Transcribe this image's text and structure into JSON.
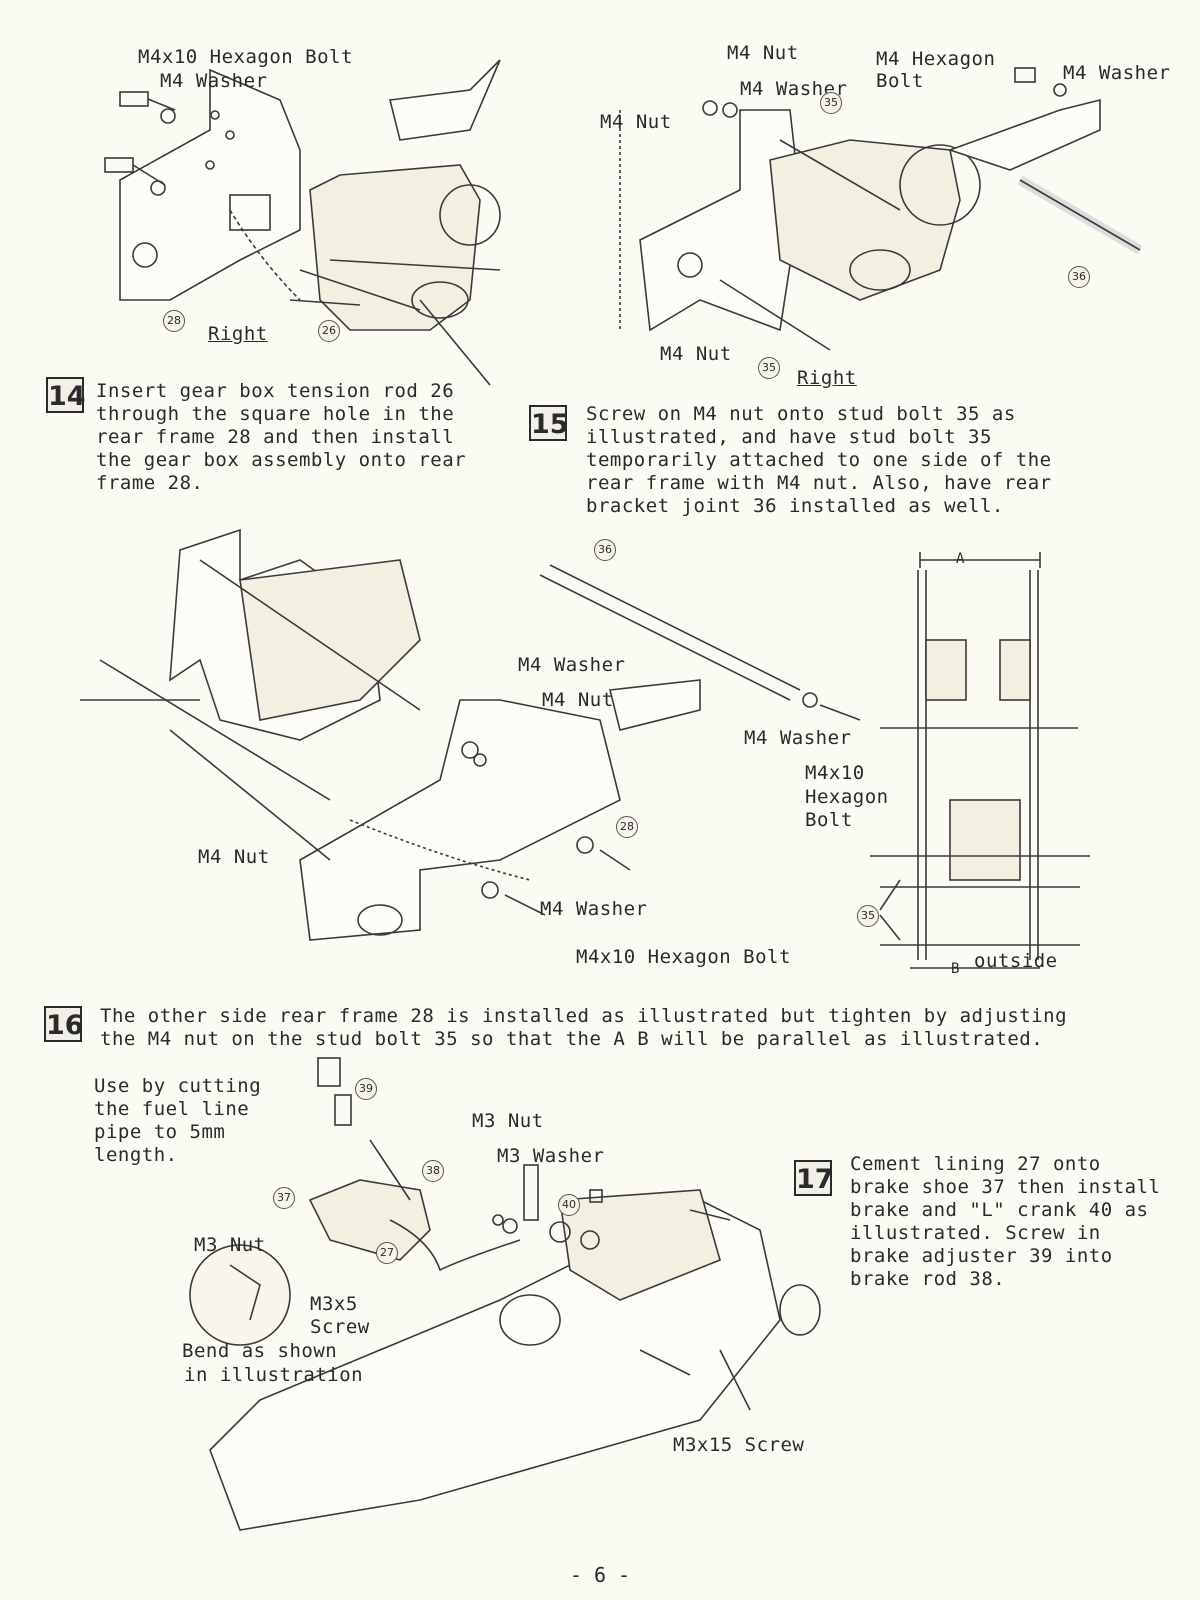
{
  "page": {
    "number": "- 6 -"
  },
  "steps": [
    {
      "num": "14",
      "lines": [
        "Insert gear box tension rod 26",
        "through the square hole in the",
        "rear frame 28 and then install",
        "the gear box assembly onto rear",
        "frame 28."
      ]
    },
    {
      "num": "15",
      "lines": [
        "Screw on M4 nut onto stud bolt 35 as",
        "illustrated, and have stud bolt 35",
        "temporarily attached to one side of the",
        "rear frame with M4 nut. Also, have rear",
        "bracket joint 36 installed as well."
      ]
    },
    {
      "num": "16",
      "lines": [
        "The other side rear frame 28 is installed as illustrated but tighten by adjusting",
        "the M4 nut on the stud bolt 35 so that the A B will be parallel as illustrated."
      ]
    },
    {
      "num": "17",
      "lines": [
        "Cement lining 27 onto",
        "brake shoe 37 then install",
        "brake and \"L\" crank 40 as",
        "illustrated.  Screw in",
        "brake adjuster 39 into",
        "brake rod 38."
      ]
    }
  ],
  "fig14": {
    "bolt": "M4x10 Hexagon Bolt",
    "washer": "M4 Washer",
    "right": "Right",
    "refs": [
      "28",
      "26"
    ]
  },
  "fig15": {
    "nut_top": "M4 Nut",
    "washer_left": "M4 Washer",
    "nut_left": "M4 Nut",
    "bolt_line1": "M4 Hexagon",
    "bolt_line2": "Bolt",
    "washer_right": "M4 Washer",
    "nut_bottom": "M4 Nut",
    "right": "Right",
    "refs": [
      "35",
      "35",
      "36"
    ]
  },
  "fig16": {
    "washer_top": "M4 Washer",
    "nut_mid": "M4 Nut",
    "washer_right": "M4 Washer",
    "bolt_right_1": "M4x10",
    "bolt_right_2": "Hexagon",
    "bolt_right_3": "Bolt",
    "nut_left": "M4 Nut",
    "washer_bottom": "M4 Washer",
    "bolt_bottom": "M4x10 Hexagon Bolt",
    "label_a": "A",
    "label_b": "B",
    "outside": "outside",
    "refs": [
      "36",
      "28",
      "35"
    ]
  },
  "fig17": {
    "note_lines": [
      "Use by cutting",
      "the fuel line",
      "pipe to 5mm",
      "length."
    ],
    "m3nut_top": "M3 Nut",
    "m3washer": "M3 Washer",
    "m3nut_left": "M3 Nut",
    "m3x5_1": "M3x5",
    "m3x5_2": "Screw",
    "bend_1": "Bend as shown",
    "bend_2": "in illustration",
    "m3x15": "M3x15 Screw",
    "refs": [
      "39",
      "38",
      "37",
      "40",
      "27"
    ]
  }
}
